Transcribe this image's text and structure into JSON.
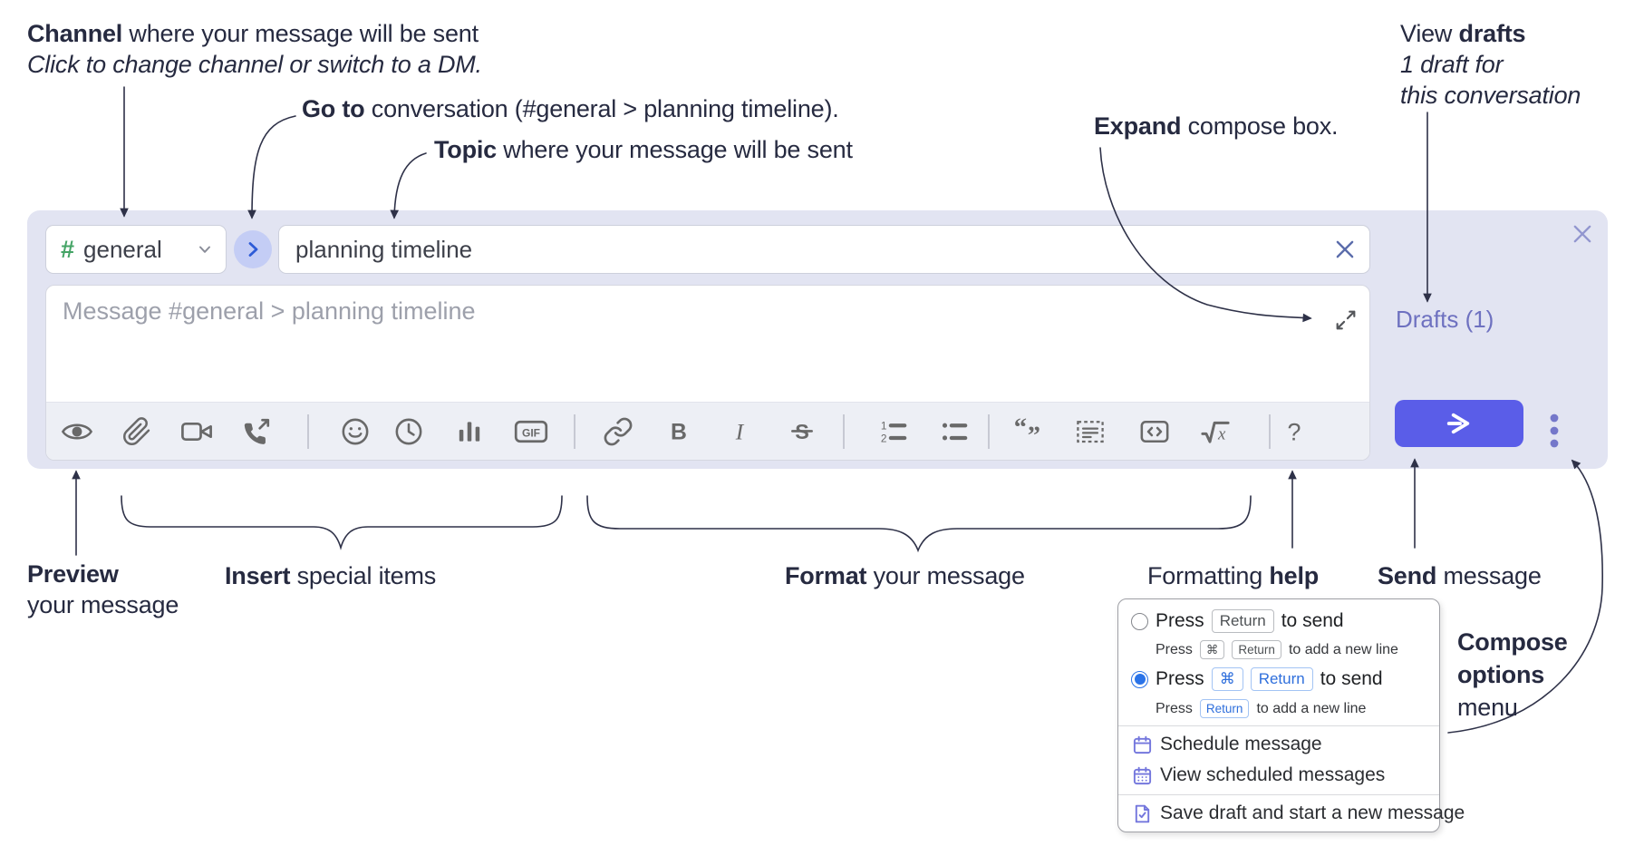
{
  "colors": {
    "panel_bg": "#e2e4f2",
    "toolbar_bg": "#edeff5",
    "send_accent": "#5a5de8",
    "drafts_link": "#6e71c0",
    "channel_hash_green": "#45a466",
    "annotation_text": "#262a40",
    "icon_gray": "#696969",
    "radio_selected_blue": "#2a73e8",
    "menu_icon_purple": "#7477dd"
  },
  "annotations": {
    "channel": {
      "bold": "Channel",
      "rest": " where your message will be sent",
      "line2": "Click to change channel or switch to a DM."
    },
    "goto": {
      "bold": "Go to",
      "rest": " conversation (#general > planning timeline)."
    },
    "topic": {
      "bold": "Topic",
      "rest": " where your message will be sent"
    },
    "expand": {
      "bold": "Expand",
      "rest": " compose box."
    },
    "drafts": {
      "pre": "View ",
      "bold": "drafts",
      "line2": "1 draft for",
      "line3": "this conversation"
    },
    "preview": {
      "bold": "Preview",
      "line2": "your message"
    },
    "insert": {
      "bold": "Insert",
      "rest": " special items"
    },
    "format": {
      "bold": "Format",
      "rest": " your message"
    },
    "help": {
      "pre": "Formatting ",
      "bold": "help"
    },
    "send": {
      "bold": "Send",
      "rest": " message"
    },
    "compose_menu": {
      "line1": "Compose",
      "line2": "options",
      "line3": "menu"
    }
  },
  "compose": {
    "channel_hash": "#",
    "channel": "general",
    "topic": "planning timeline",
    "message_placeholder": "Message #general > planning timeline",
    "drafts_link": "Drafts (1)",
    "toolbar": {
      "icons": [
        "preview-eye",
        "attach-paperclip",
        "video-call",
        "voice-call",
        "emoji",
        "time",
        "poll",
        "gif",
        "link",
        "bold",
        "italic",
        "strikethrough",
        "numbered-list",
        "bulleted-list",
        "quote",
        "spoiler",
        "code",
        "math",
        "help"
      ],
      "gif": "GIF",
      "bold": "B",
      "italic": "I",
      "strike": "S",
      "math_x": "x",
      "help": "?"
    }
  },
  "menu": {
    "options": [
      {
        "selected": false,
        "main_pre": "Press",
        "main_key1": "Return",
        "main_post": "to send",
        "sub_pre": "Press",
        "sub_key1": "⌘",
        "sub_key2": "Return",
        "sub_post": "to add a new line"
      },
      {
        "selected": true,
        "main_pre": "Press",
        "main_key1": "⌘",
        "main_key2": "Return",
        "main_post": "to send",
        "sub_pre": "Press",
        "sub_key1": "Return",
        "sub_post": "to add a new line"
      }
    ],
    "items": [
      {
        "label": "Schedule message"
      },
      {
        "label": "View scheduled messages"
      },
      {
        "label": "Save draft and start a new message"
      }
    ]
  }
}
